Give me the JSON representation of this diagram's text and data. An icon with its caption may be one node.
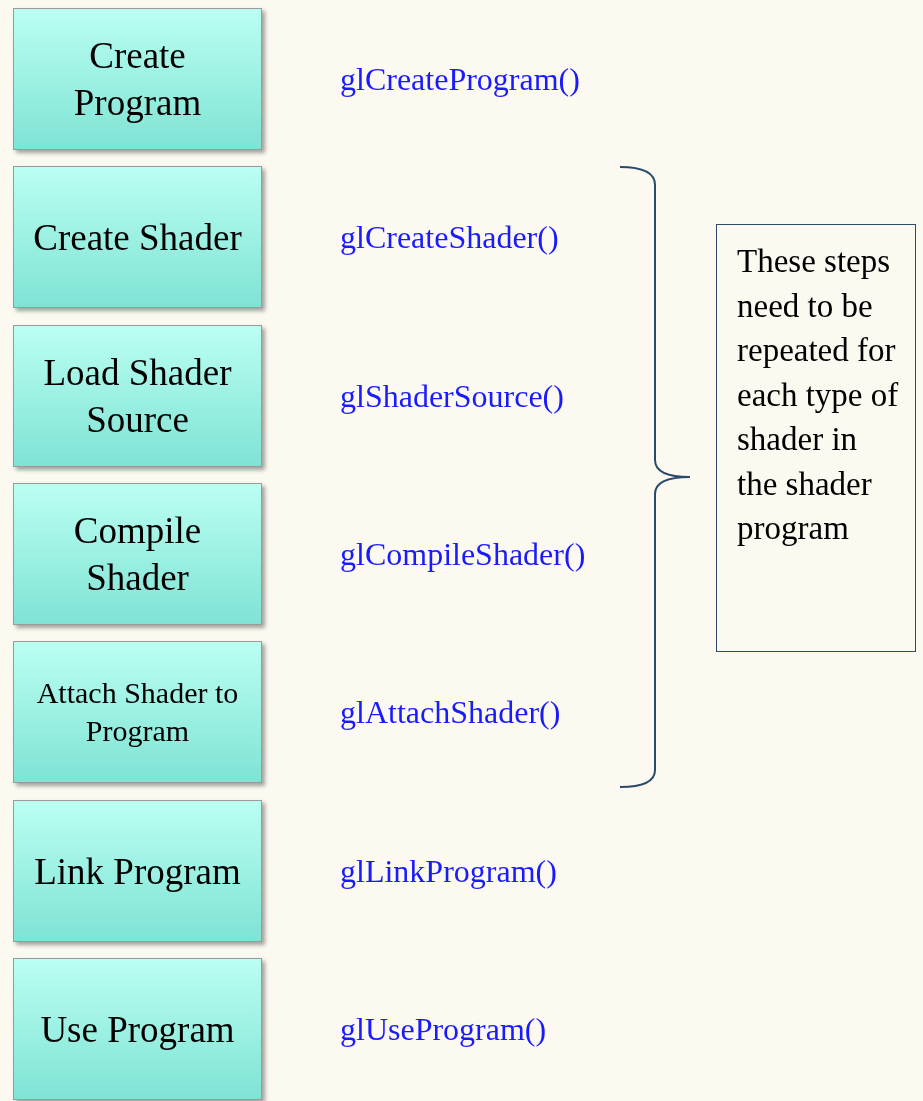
{
  "diagram": {
    "nodes": [
      {
        "text": [
          "Create Program"
        ],
        "beside": [
          "glCreateProgram()"
        ]
      },
      {
        "text": [
          "Create Shader"
        ],
        "beside": [
          "glCreateShader()"
        ]
      },
      {
        "text": [
          "Load Shader Source"
        ],
        "beside": [
          "glShaderSource()"
        ]
      },
      {
        "text": [
          "Compile Shader"
        ],
        "beside": [
          "glCompileShader()"
        ]
      },
      {
        "text": [
          "Attach Shader to Program"
        ],
        "beside": [
          "glAttachShader()"
        ]
      },
      {
        "text": [
          "Link Program"
        ],
        "beside": [
          "glLinkProgram()"
        ]
      },
      {
        "text": [
          "Use Program"
        ],
        "beside": [
          "glUseProgram()"
        ]
      },
      {
        "text": [
          "These steps need to be repeated for each type of shader in the shader program"
        ]
      }
    ],
    "edges": []
  }
}
